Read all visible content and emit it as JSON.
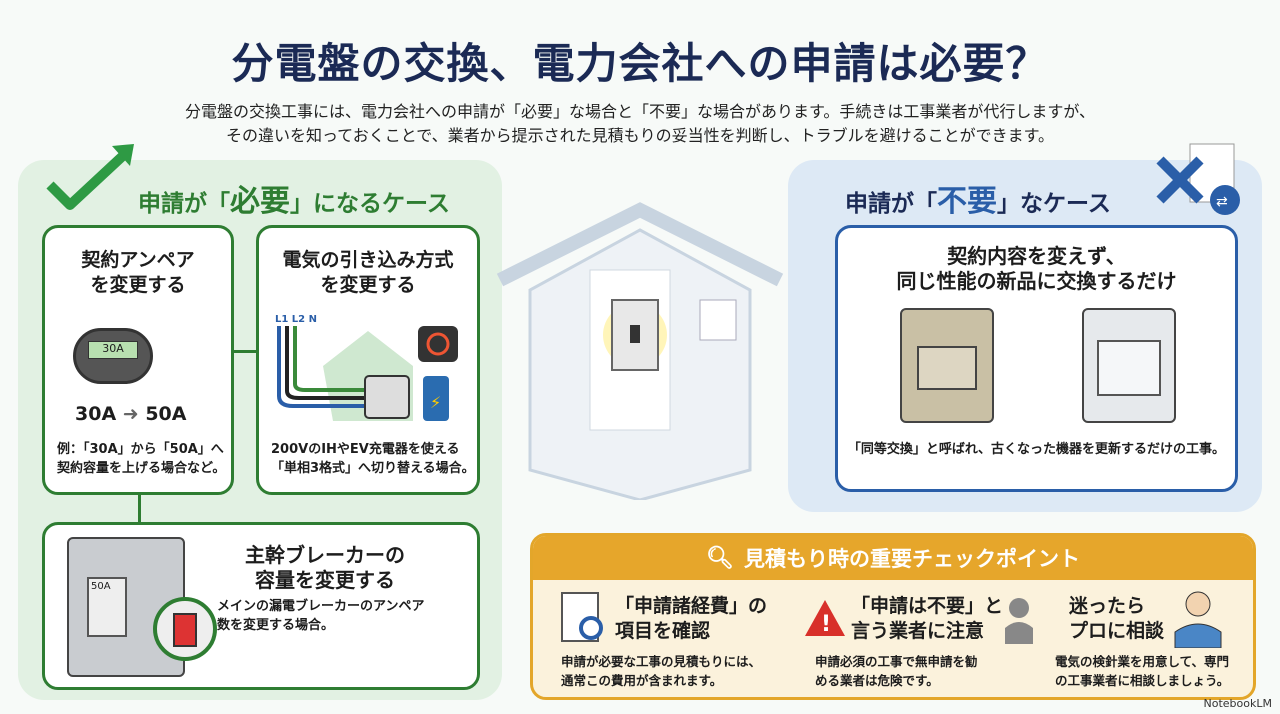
{
  "title": "分電盤の交換、電力会社への申請は必要？",
  "subtitle": [
    "分電盤の交換工事には、電力会社への申請が「必要」な場合と「不要」な場合があります。手続きは工事業者が代行しますが、",
    "その違いを知っておくことで、業者から提示された見積もりの妥当性を判断し、トラブルを避けることができます。"
  ],
  "required": {
    "heading_pre": "申請が「",
    "heading_em": "必要",
    "heading_post": "」になるケース",
    "cards": [
      {
        "title": "契約アンペア\nを変更する",
        "meter_reading": "30A",
        "from": "30A",
        "to": "50A",
        "desc": "例：「30A」から「50A」へ\n契約容量を上げる場合など。"
      },
      {
        "title": "電気の引き込み方式\nを変更する",
        "wire_labels": "L1 L2 N",
        "desc": "200VのIHやEV充電器を使える\n「単相3格式」へ切り替える場合。"
      },
      {
        "title": "主幹ブレーカーの\n容量を変更する",
        "breaker_label": "50A",
        "desc": "メインの漏電ブレーカーのアンペア\n数を変更する場合。"
      }
    ]
  },
  "not_required": {
    "heading_pre": "申請が「",
    "heading_em": "不要",
    "heading_post": "」なケース",
    "card": {
      "title": "契約内容を変えず、\n同じ性能の新品に交換するだけ",
      "desc": "「同等交換」と呼ばれ、古くなった機器を更新するだけの工事。"
    }
  },
  "checkpoints": {
    "heading": "見積もり時の重要チェックポイント",
    "items": [
      {
        "title": "「申請諸経費」の\n項目を確認",
        "desc": "申請が必要な工事の見積もりには、\n通常この費用が含まれます。",
        "icon": "document-search-icon"
      },
      {
        "title": "「申請は不要」と\n言う業者に注意",
        "desc": "申請必須の工事で無申請を勧\nめる業者は危険です。",
        "icon": "warning-icon"
      },
      {
        "title": "迷ったら\nプロに相談",
        "desc": "電気の検針業を用意して、専門\nの工事業者に相談しましょう。",
        "icon": "consultant-icon"
      }
    ]
  },
  "watermark": "NotebookLM",
  "colors": {
    "green": "#2e7d32",
    "blue": "#2a5ea8",
    "navy": "#1b2a55",
    "orange": "#e6a62b"
  }
}
